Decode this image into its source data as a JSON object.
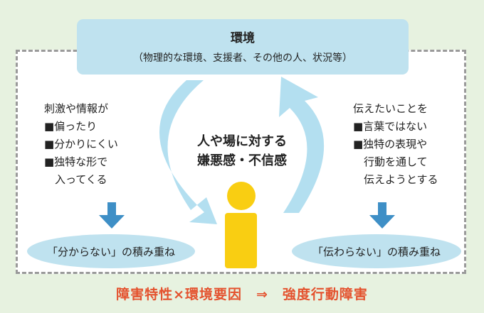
{
  "environment": {
    "title": "環境",
    "subtitle": "（物理的な環境、支援者、その他の人、状況等）"
  },
  "left_block": {
    "lines": [
      "刺激や情報が",
      "■偏ったり",
      "■分かりにくい",
      "■独特な形で",
      "　入ってくる"
    ]
  },
  "right_block": {
    "lines": [
      "伝えたいことを",
      "■言葉ではない",
      "■独特の表現や",
      "　行動を通して",
      "　伝えようとする"
    ]
  },
  "center": {
    "lines": [
      "人や場に対する",
      "嫌悪感・不信感"
    ]
  },
  "left_result": "「分からない」の積み重ね",
  "right_result": "「伝わらない」の積み重ね",
  "conclusion": "障害特性×環境要因　⇒　強度行動障害",
  "colors": {
    "page_background": "#e7f2e0",
    "box_fill": "#bfe2ef",
    "cycle_arrow": "#b3dff0",
    "down_arrow": "#3e8fc6",
    "person": "#f9ce12",
    "conclusion_text": "#e4522e",
    "dashed_border": "#9a9a9a"
  }
}
